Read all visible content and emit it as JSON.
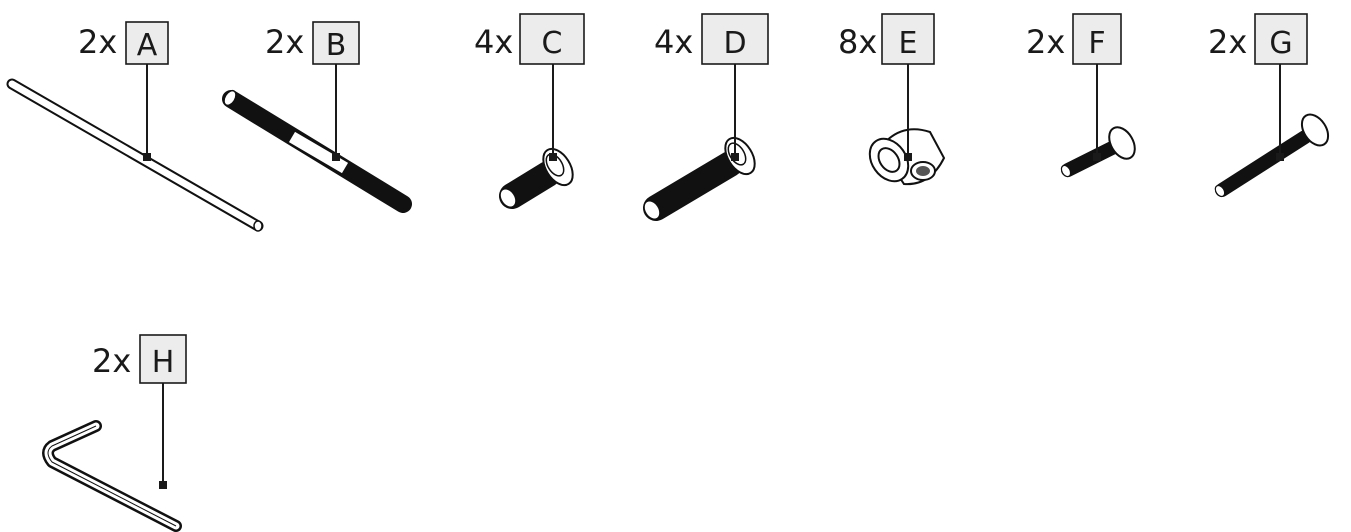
{
  "parts": [
    {
      "qty": "2x",
      "code": "A",
      "icon": "pin-rod-icon"
    },
    {
      "qty": "2x",
      "code": "B",
      "icon": "threaded-rod-icon"
    },
    {
      "qty": "4x",
      "code": "C",
      "icon": "short-bolt-icon"
    },
    {
      "qty": "4x",
      "code": "D",
      "icon": "long-bolt-icon"
    },
    {
      "qty": "8x",
      "code": "E",
      "icon": "barrel-nut-icon"
    },
    {
      "qty": "2x",
      "code": "F",
      "icon": "short-screw-icon"
    },
    {
      "qty": "2x",
      "code": "G",
      "icon": "long-screw-icon"
    },
    {
      "qty": "2x",
      "code": "H",
      "icon": "allen-key-icon"
    }
  ]
}
